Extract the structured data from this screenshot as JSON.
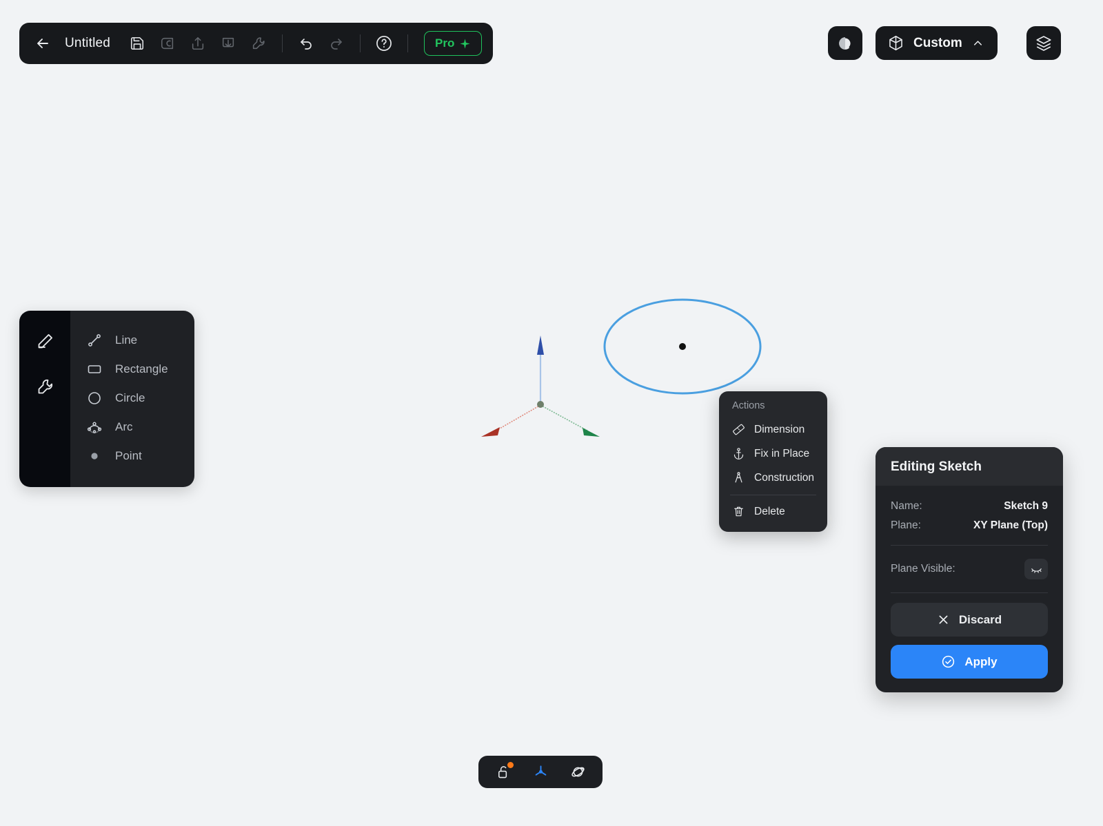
{
  "app": {
    "background_color": "#f1f3f5",
    "accent_blue": "#2b85f8",
    "sketch_blue": "#4a9fe0",
    "pro_green": "#22c55e"
  },
  "topbar": {
    "back_icon": "arrow-left-icon",
    "title": "Untitled",
    "tools": [
      {
        "name": "save-icon",
        "label": "Save",
        "enabled": true
      },
      {
        "name": "onshape-logo-icon",
        "label": "Brand",
        "enabled": false
      },
      {
        "name": "share-icon",
        "label": "Share",
        "enabled": false
      },
      {
        "name": "import-icon",
        "label": "Import",
        "enabled": false
      },
      {
        "name": "wrench-icon",
        "label": "Tools",
        "enabled": false
      }
    ],
    "undo_label": "Undo",
    "redo_label": "Redo",
    "help_label": "Help",
    "pro_label": "Pro",
    "pro_sparkle": "sparkle-icon"
  },
  "topright": {
    "appearance_label": "Appearance",
    "appearance_icon": "contrast-circle-icon",
    "view_preset": "Custom",
    "view_icon": "cube-icon",
    "chevron": "chevron-up-icon",
    "layers_label": "Layers",
    "layers_icon": "layers-icon"
  },
  "sketch_panel": {
    "rail": [
      {
        "name": "pencil-tool",
        "icon": "pencil-icon",
        "active": true
      },
      {
        "name": "wrench-tool",
        "icon": "wrench-icon",
        "active": false
      }
    ],
    "tools": [
      {
        "label": "Line",
        "icon": "line-icon"
      },
      {
        "label": "Rectangle",
        "icon": "rectangle-icon"
      },
      {
        "label": "Circle",
        "icon": "circle-icon"
      },
      {
        "label": "Arc",
        "icon": "arc-icon"
      },
      {
        "label": "Point",
        "icon": "point-icon"
      }
    ]
  },
  "actions_menu": {
    "title": "Actions",
    "items": [
      {
        "label": "Dimension",
        "icon": "ruler-icon"
      },
      {
        "label": "Fix in Place",
        "icon": "anchor-icon"
      },
      {
        "label": "Construction",
        "icon": "compass-icon"
      },
      {
        "label": "Delete",
        "icon": "trash-icon"
      }
    ]
  },
  "edit_panel": {
    "header": "Editing Sketch",
    "name_label": "Name:",
    "name_value": "Sketch 9",
    "plane_label": "Plane:",
    "plane_value": "XY Plane (Top)",
    "visible_label": "Plane Visible:",
    "visible_icon": "eye-off-icon",
    "discard_label": "Discard",
    "discard_icon": "close-icon",
    "apply_label": "Apply",
    "apply_icon": "check-circle-icon"
  },
  "bottombar": {
    "items": [
      {
        "name": "lock-toggle",
        "icon": "unlock-icon",
        "label": "Lock",
        "badge": true
      },
      {
        "name": "axis-gizmo-toggle",
        "icon": "axis-icon",
        "label": "Axes",
        "active": true
      },
      {
        "name": "orbit-toggle",
        "icon": "orbit-icon",
        "label": "Orbit",
        "badge": false
      }
    ]
  },
  "viewport": {
    "axes": [
      {
        "name": "z-axis",
        "color": "#2f4fa8",
        "label": "Z"
      },
      {
        "name": "x-axis",
        "color": "#c0392b",
        "label": "X"
      },
      {
        "name": "y-axis",
        "color": "#1e8449",
        "label": "Y"
      }
    ],
    "sketch_entity": {
      "type": "circle",
      "name": "sketch-circle",
      "color": "#4a9fe0",
      "center_point": "#111111"
    }
  }
}
